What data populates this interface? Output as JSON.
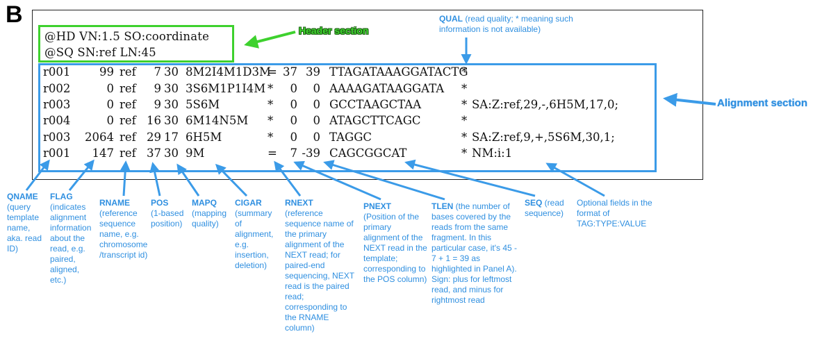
{
  "panel_letter": "B",
  "header_lines": [
    "@HD VN:1.5 SO:coordinate",
    "@SQ SN:ref LN:45"
  ],
  "header_label": "Header section",
  "alignment_label": "Alignment section",
  "alignment_rows": [
    {
      "qname": "r001",
      "flag": "99",
      "rname": "ref",
      "pos": "7",
      "mapq": "30",
      "cigar": "8M2I4M1D3M",
      "rnext": "=",
      "pnext": "37",
      "tlen": "39",
      "seq": "TTAGATAAAGGATACTG",
      "qual": "*",
      "opt": ""
    },
    {
      "qname": "r002",
      "flag": "0",
      "rname": "ref",
      "pos": "9",
      "mapq": "30",
      "cigar": "3S6M1P1I4M",
      "rnext": "*",
      "pnext": "0",
      "tlen": "0",
      "seq": "AAAAGATAAGGATA",
      "qual": "*",
      "opt": ""
    },
    {
      "qname": "r003",
      "flag": "0",
      "rname": "ref",
      "pos": "9",
      "mapq": "30",
      "cigar": "5S6M",
      "rnext": "*",
      "pnext": "0",
      "tlen": "0",
      "seq": "GCCTAAGCTAA",
      "qual": "*",
      "opt": "SA:Z:ref,29,-,6H5M,17,0;"
    },
    {
      "qname": "r004",
      "flag": "0",
      "rname": "ref",
      "pos": "16",
      "mapq": "30",
      "cigar": "6M14N5M",
      "rnext": "*",
      "pnext": "0",
      "tlen": "0",
      "seq": "ATAGCTTCAGC",
      "qual": "*",
      "opt": ""
    },
    {
      "qname": "r003",
      "flag": "2064",
      "rname": "ref",
      "pos": "29",
      "mapq": "17",
      "cigar": "6H5M",
      "rnext": "*",
      "pnext": "0",
      "tlen": "0",
      "seq": "TAGGC",
      "qual": "*",
      "opt": "SA:Z:ref,9,+,5S6M,30,1;"
    },
    {
      "qname": "r001",
      "flag": "147",
      "rname": "ref",
      "pos": "37",
      "mapq": "30",
      "cigar": "9M",
      "rnext": "=",
      "pnext": "7",
      "tlen": "-39",
      "seq": "CAGCGGCAT",
      "qual": "*",
      "opt": "NM:i:1"
    }
  ],
  "annotations": {
    "qual": {
      "title": "QUAL",
      "text": " (read quality; * meaning such information is not available)"
    },
    "qname": {
      "title": "QNAME",
      "text": "(query template name, aka. read ID)"
    },
    "flag": {
      "title": "FLAG",
      "text": "(indicates alignment information about the read, e.g. paired, aligned, etc.)"
    },
    "rname": {
      "title": "RNAME",
      "text": "(reference sequence name, e.g. chromosome /transcript id)"
    },
    "pos": {
      "title": "POS",
      "text": "(1-based position)"
    },
    "mapq": {
      "title": "MAPQ",
      "text": "(mapping quality)"
    },
    "cigar": {
      "title": "CIGAR",
      "text": "(summary of alignment, e.g. insertion, deletion)"
    },
    "rnext": {
      "title": "RNEXT",
      "text": "(reference sequence name of the primary alignment of the NEXT read; for paired-end sequencing, NEXT read is the paired read; corresponding to the RNAME column)"
    },
    "pnext": {
      "title": "PNEXT",
      "text": "(Position of the primary alignment of the NEXT read in the template; corresponding to the POS column)"
    },
    "tlen": {
      "title": "TLEN",
      "text": " (the number of bases covered by the reads from the same fragment. In this particular case, it's 45 - 7 + 1 = 39 as highlighted in Panel A). Sign: plus for leftmost read, and minus for rightmost read"
    },
    "seq": {
      "title": "SEQ",
      "text": " (read sequence)"
    },
    "optional": {
      "title": "",
      "text": "Optional fields in the format of TAG:TYPE:VALUE"
    }
  },
  "colors": {
    "header_green": "#3ed12e",
    "alignment_blue": "#3b9be8",
    "label_blue": "#2f8fe0"
  }
}
